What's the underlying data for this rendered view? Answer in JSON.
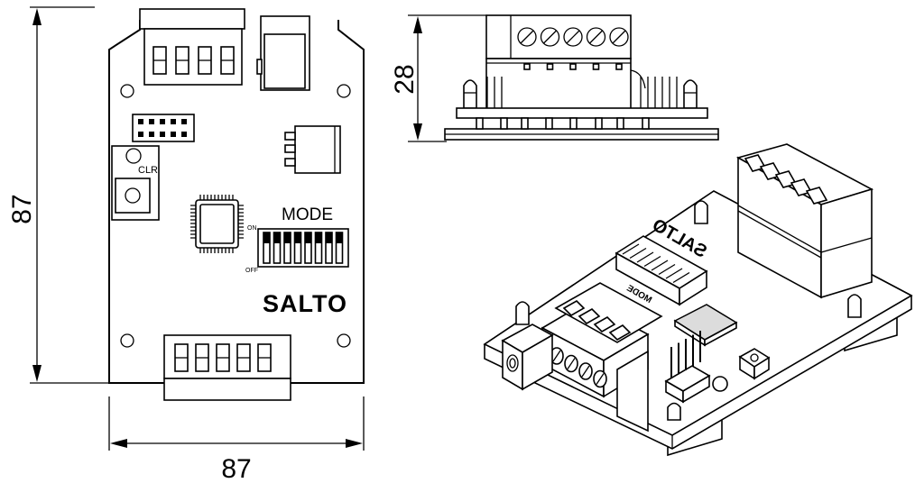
{
  "dimensions": {
    "front_height": "87",
    "front_width": "87",
    "side_height": "28"
  },
  "labels": {
    "clr": "CLR",
    "mode": "MODE",
    "brand": "SALTO",
    "dip_on": "ON",
    "dip_off": "OFF",
    "iso_brand": "SALTO",
    "iso_mode": "MODE"
  },
  "colors": {
    "line": "#000000",
    "background": "#ffffff",
    "shade": "#dcdcdc"
  }
}
